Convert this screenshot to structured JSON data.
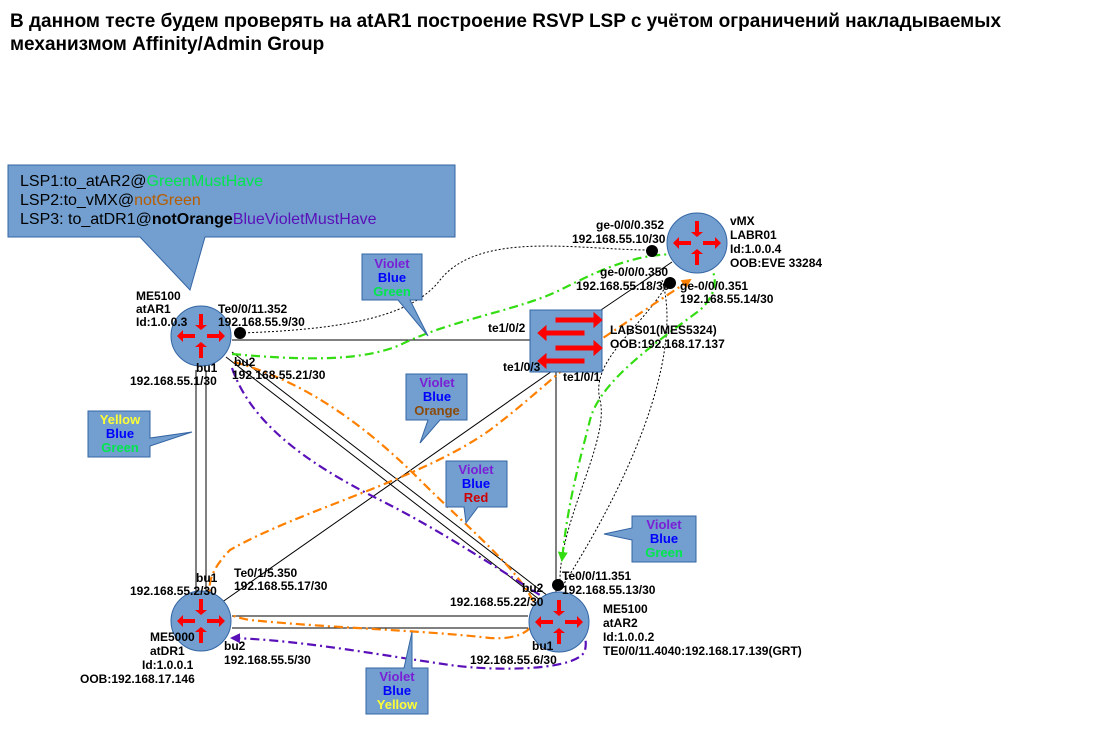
{
  "title": {
    "line1": "В данном тесте будем проверять на atAR1 построение RSVP LSP с учётом ограничений накладываемых",
    "line2": "механизмом Affinity/Admin Group"
  },
  "lsp_box": {
    "lsp1": {
      "prefix": "LSP1:to_atAR2@",
      "tag": "GreenMustHave"
    },
    "lsp2": {
      "prefix": "LSP2:to_vMX@",
      "tag": "notGreen"
    },
    "lsp3": {
      "prefix": "LSP3: to_atDR1@",
      "tag1": "notOrange",
      "tag2": "BlueVioletMustHave"
    }
  },
  "nodes": {
    "atAR1": {
      "l1": "ME5100",
      "l2": "atAR1",
      "l3": "Id:1.0.0.3"
    },
    "vmx": {
      "l1": "vMX",
      "l2": "LABR01",
      "l3": "Id:1.0.0.4",
      "l4": "OOB:EVE 33284"
    },
    "switch": {
      "l1": "LABS01(MES5324)",
      "l2": "OOB:192.168.17.137"
    },
    "atAR2": {
      "l1": "ME5100",
      "l2": "atAR2",
      "l3": "Id:1.0.0.2",
      "l4": "TE0/0/11.4040:192.168.17.139(GRT)"
    },
    "atDR1": {
      "l1": "ME5000",
      "l2": "atDR1",
      "l3": "Id:1.0.0.1",
      "l4": "OOB:192.168.17.146"
    }
  },
  "ports": {
    "ar1_te0": "Te0/0/11.352",
    "ar1_te0_ip": "192.168.55.9/30",
    "ar1_bu2": "bu2",
    "ar1_bu2_ip": "192.168.55.21/30",
    "ar1_bu1": "bu1",
    "ar1_bu1_ip": "192.168.55.1/30",
    "vmx_ge352": "ge-0/0/0.352",
    "vmx_ge352_ip": "192.168.55.10/30",
    "vmx_ge350": "ge-0/0/0.350",
    "vmx_ge350_ip": "192.168.55.18/30",
    "vmx_ge351": "ge-0/0/0.351",
    "vmx_ge351_ip": "192.168.55.14/30",
    "sw_te12": "te1/0/2",
    "sw_te13": "te1/0/3",
    "sw_te11": "te1/0/1",
    "dr1_bu1": "bu1",
    "dr1_bu1_ip": "192.168.55.2/30",
    "dr1_te": "Te0/1/5.350",
    "dr1_te_ip": "192.168.55.17/30",
    "dr1_bu2": "bu2",
    "dr1_bu2_ip": "192.168.55.5/30",
    "ar2_te": "Te0/0/11.351",
    "ar2_te_ip": "192.168.55.13/30",
    "ar2_bu2": "bu2",
    "ar2_bu2_ip": "192.168.55.22/30",
    "ar2_bu1": "bu1",
    "ar2_bu1_ip": "192.168.55.6/30"
  },
  "callouts": {
    "c1": {
      "l1": "Violet",
      "l2": "Blue",
      "l3": "Green"
    },
    "c2": {
      "l1": "Violet",
      "l2": "Blue",
      "l3": "Orange"
    },
    "c3": {
      "l1": "Violet",
      "l2": "Blue",
      "l3": "Red"
    },
    "c4": {
      "l1": "Yellow",
      "l2": "Blue",
      "l3": "Green"
    },
    "c5": {
      "l1": "Violet",
      "l2": "Blue",
      "l3": "Green"
    },
    "c6": {
      "l1": "Violet",
      "l2": "Blue",
      "l3": "Yellow"
    }
  },
  "colors": {
    "node": "#729fcf",
    "node_stroke": "#3465a4",
    "arrow": "#ff0000",
    "box_bg": "#729fcf",
    "violet": "#7a1fd6",
    "blue": "#0000ff",
    "green": "#00e64d",
    "orange": "#8b4a0a",
    "red": "#d00000",
    "yellow": "#ffff33",
    "path_green": "#33dd11",
    "path_orange": "#ff8000",
    "path_violet": "#5a10b8"
  }
}
